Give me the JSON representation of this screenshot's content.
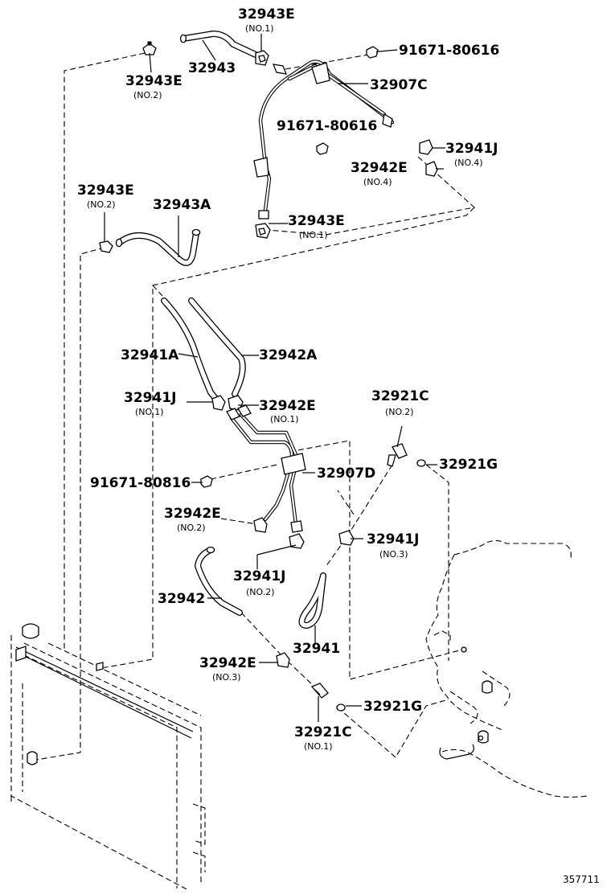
{
  "diagram": {
    "reference_number": "357711",
    "callouts": [
      {
        "id": "c1",
        "part": "32943E",
        "sub": "(NO.1)"
      },
      {
        "id": "c2",
        "part": "32943",
        "sub": ""
      },
      {
        "id": "c3",
        "part": "32943E",
        "sub": "(NO.2)"
      },
      {
        "id": "c4",
        "part": "91671-80616",
        "sub": ""
      },
      {
        "id": "c5",
        "part": "32907C",
        "sub": ""
      },
      {
        "id": "c6",
        "part": "91671-80616",
        "sub": ""
      },
      {
        "id": "c7",
        "part": "32941J",
        "sub": "(NO.4)"
      },
      {
        "id": "c8",
        "part": "32942E",
        "sub": "(NO.4)"
      },
      {
        "id": "c9",
        "part": "32943E",
        "sub": "(NO.2)"
      },
      {
        "id": "c10",
        "part": "32943A",
        "sub": ""
      },
      {
        "id": "c11",
        "part": "32943E",
        "sub": "(NO.1)"
      },
      {
        "id": "c12",
        "part": "32941A",
        "sub": ""
      },
      {
        "id": "c13",
        "part": "32942A",
        "sub": ""
      },
      {
        "id": "c14",
        "part": "32941J",
        "sub": "(NO.1)"
      },
      {
        "id": "c15",
        "part": "32942E",
        "sub": "(NO.1)"
      },
      {
        "id": "c16",
        "part": "32921C",
        "sub": "(NO.2)"
      },
      {
        "id": "c17",
        "part": "32921G",
        "sub": ""
      },
      {
        "id": "c18",
        "part": "32907D",
        "sub": ""
      },
      {
        "id": "c19",
        "part": "91671-80816",
        "sub": ""
      },
      {
        "id": "c20",
        "part": "32942E",
        "sub": "(NO.2)"
      },
      {
        "id": "c21",
        "part": "32941J",
        "sub": "(NO.3)"
      },
      {
        "id": "c22",
        "part": "32941J",
        "sub": "(NO.2)"
      },
      {
        "id": "c23",
        "part": "32942",
        "sub": ""
      },
      {
        "id": "c24",
        "part": "32941",
        "sub": ""
      },
      {
        "id": "c25",
        "part": "32942E",
        "sub": "(NO.3)"
      },
      {
        "id": "c26",
        "part": "32921G",
        "sub": ""
      },
      {
        "id": "c27",
        "part": "32921C",
        "sub": "(NO.1)"
      }
    ]
  }
}
